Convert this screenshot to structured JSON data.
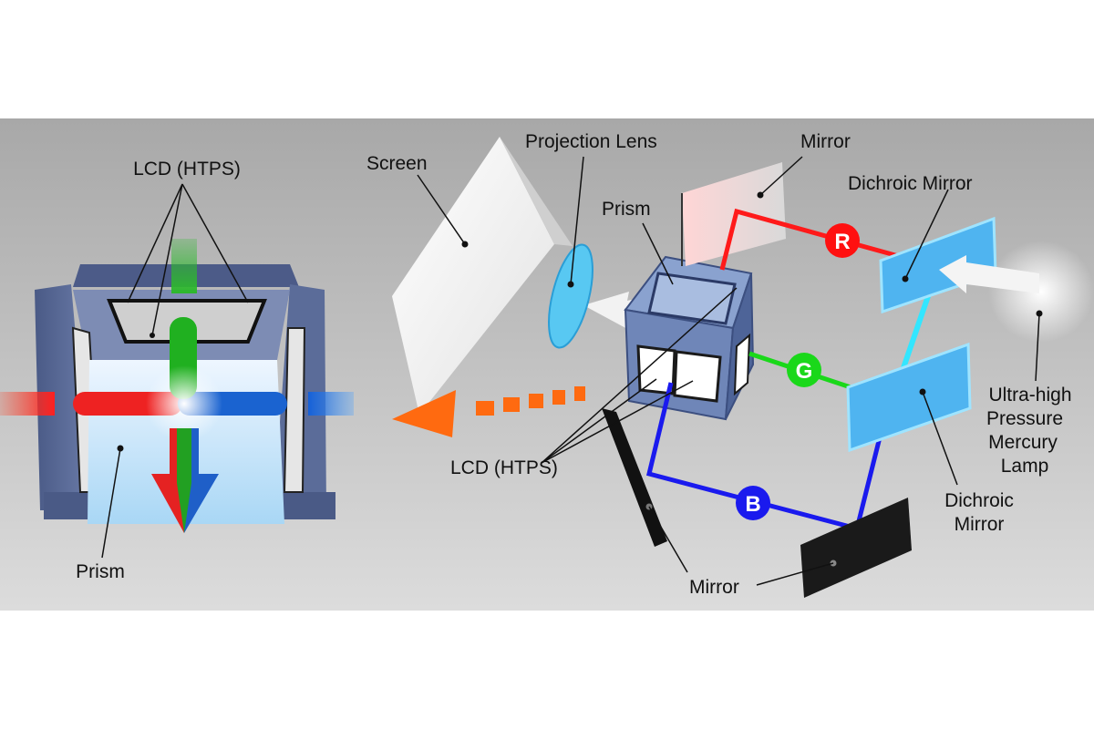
{
  "labels": {
    "left_lcd": "LCD (HTPS)",
    "left_prism": "Prism",
    "screen": "Screen",
    "projection_lens": "Projection Lens",
    "prism": "Prism",
    "mirror_top": "Mirror",
    "dichroic_top": "Dichroic Mirror",
    "lcd_bottom": "LCD (HTPS)",
    "dichroic_bottom_1": "Dichroic",
    "dichroic_bottom_2": "Mirror",
    "mirror_bottom": "Mirror",
    "lamp_1": "Ultra-high",
    "lamp_2": "Pressure",
    "lamp_3": "Mercury",
    "lamp_4": "Lamp"
  },
  "badges": {
    "red": "R",
    "green": "G",
    "blue": "B"
  },
  "colors": {
    "panel_bg_top": "#a9a9a9",
    "panel_bg_bottom": "#dcdcdc",
    "red": "#ff1a1a",
    "green": "#1ad81a",
    "blue": "#1a1aee",
    "cyan": "#33e6ff",
    "orange": "#ff6a10",
    "frame": "#5a6b95",
    "dichroic": "#4fb4f0"
  }
}
